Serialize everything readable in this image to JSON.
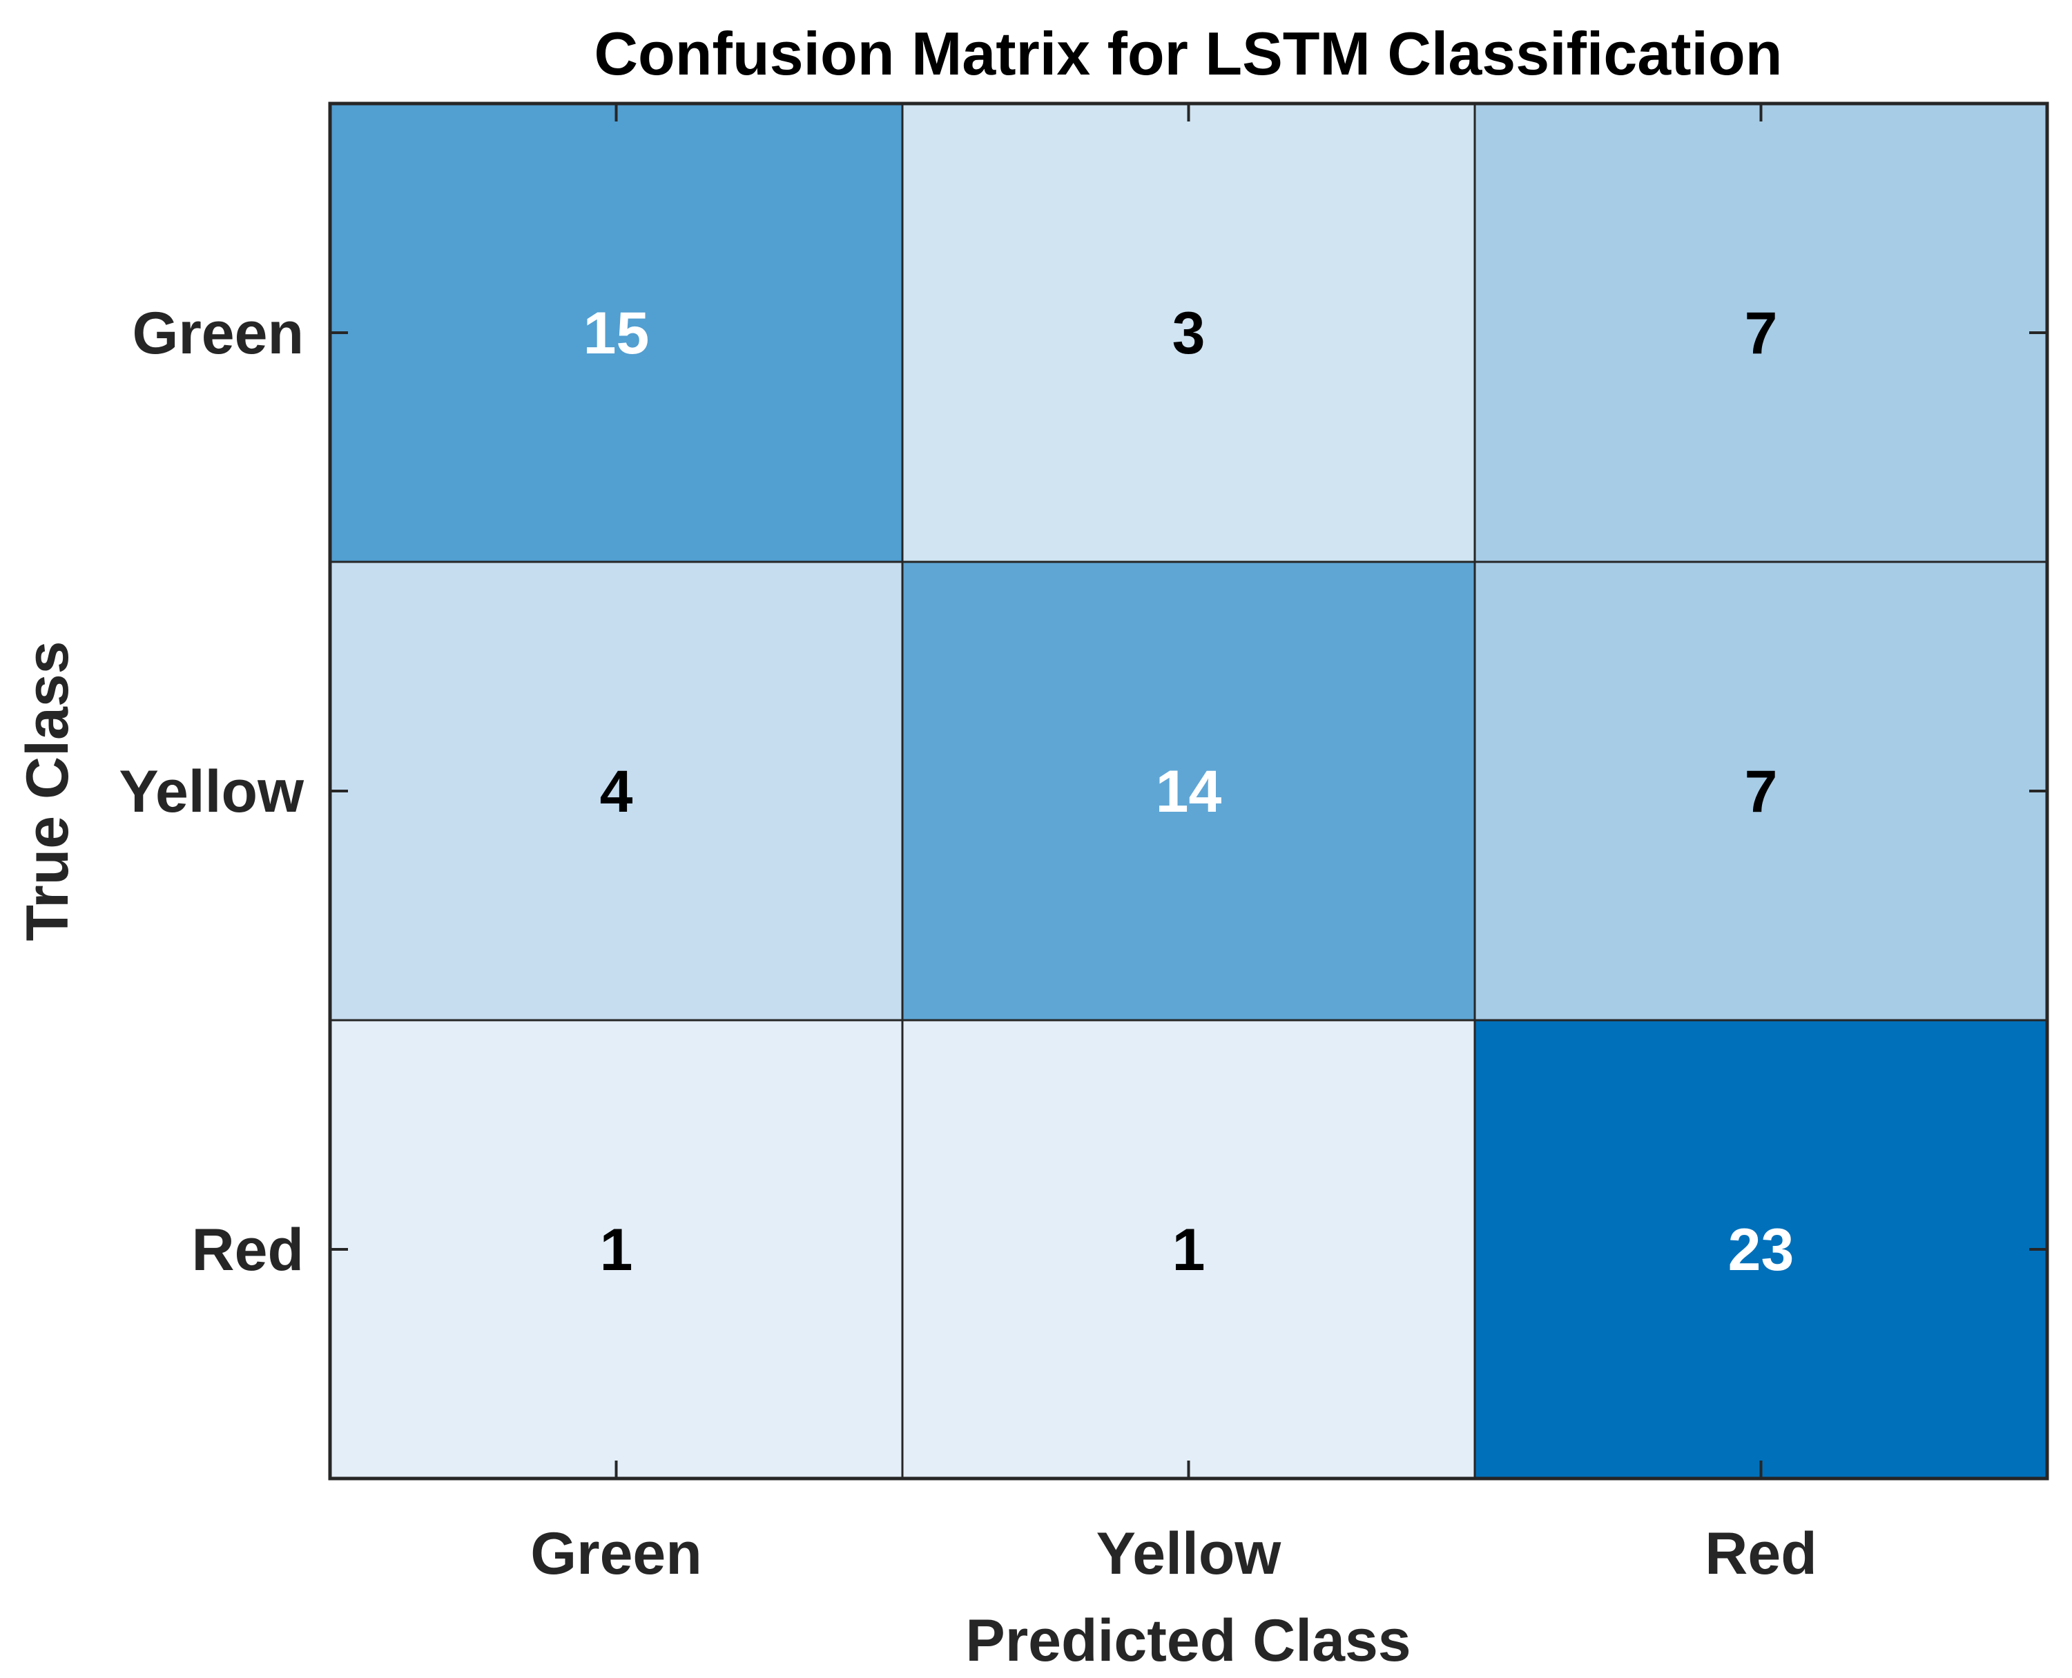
{
  "chart_data": {
    "type": "heatmap",
    "title": "Confusion Matrix for LSTM Classification",
    "xlabel": "Predicted Class",
    "ylabel": "True Class",
    "x_categories": [
      "Green",
      "Yellow",
      "Red"
    ],
    "y_categories": [
      "Green",
      "Yellow",
      "Red"
    ],
    "values": [
      [
        15,
        3,
        7
      ],
      [
        4,
        14,
        7
      ],
      [
        1,
        1,
        23
      ]
    ],
    "cell_colors": [
      [
        "#529FD1",
        "#D0E4F2",
        "#A7CCE6"
      ],
      [
        "#C6DDF0",
        "#5FA6D5",
        "#A7CCE6"
      ],
      [
        "#E4EEF8",
        "#E4EEF8",
        "#0070BA"
      ]
    ],
    "label_colors": [
      [
        "#FFFFFF",
        "#000000",
        "#000000"
      ],
      [
        "#000000",
        "#FFFFFF",
        "#000000"
      ],
      [
        "#000000",
        "#000000",
        "#FFFFFF"
      ]
    ],
    "grid": true
  }
}
